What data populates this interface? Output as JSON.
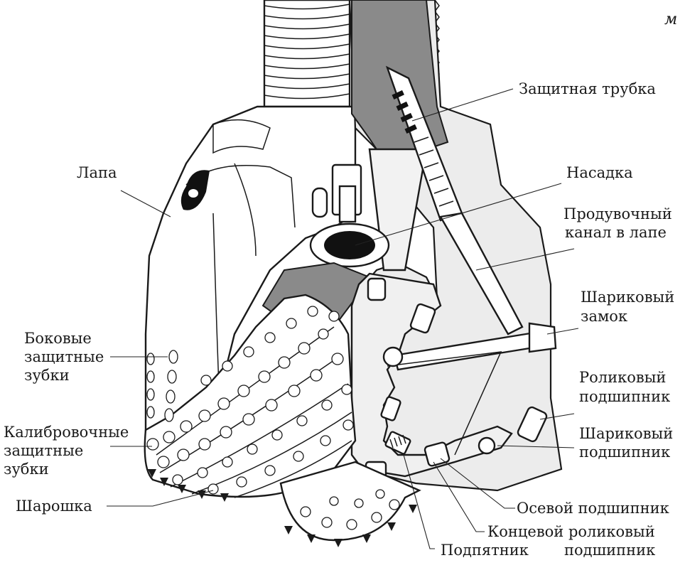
{
  "corner_mark": "м",
  "labels": {
    "protective_tube": "Защитная трубка",
    "leg": "Лапа",
    "nozzle": "Насадка",
    "blow_channel_line1": "Продувочный",
    "blow_channel_line2": "канал в лапе",
    "ball_lock_line1": "Шариковый",
    "ball_lock_line2": "замок",
    "side_teeth_line1": "Боковые",
    "side_teeth_line2": "защитные",
    "side_teeth_line3": "зубки",
    "roller_bearing_line1": "Роликовый",
    "roller_bearing_line2": "подшипник",
    "gauge_teeth_line1": "Калибровочные",
    "gauge_teeth_line2": "защитные",
    "gauge_teeth_line3": "зубки",
    "ball_bearing_line1": "Шариковый",
    "ball_bearing_line2": "подшипник",
    "cone": "Шарошка",
    "thrust_bearing": "Осевой подшипник",
    "end_roller_bearing_line1": "Концевой роликовый",
    "end_roller_bearing_line2": "подшипник",
    "thrust_pad": "Подпятник"
  }
}
